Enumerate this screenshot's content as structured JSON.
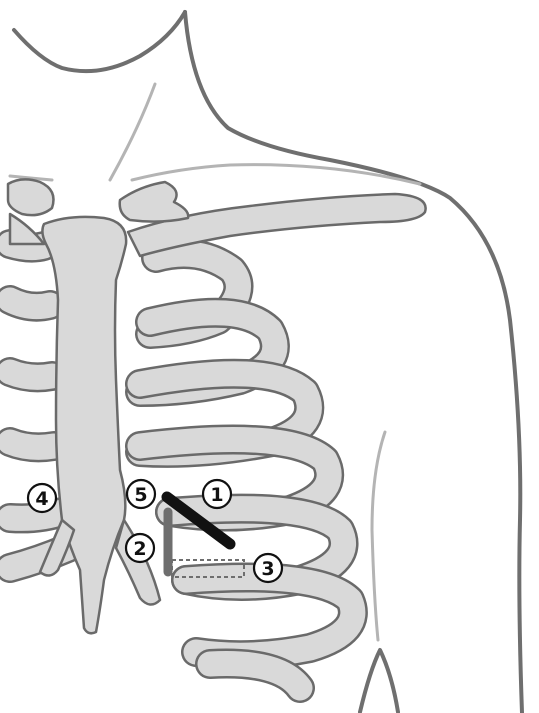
{
  "markers": [
    {
      "label": "1"
    },
    {
      "label": "2"
    },
    {
      "label": "3"
    },
    {
      "label": "4"
    },
    {
      "label": "5"
    }
  ],
  "colors": {
    "bone_fill": "#d9d9d9",
    "outline": "#6a6a6a",
    "skin": "#6f6f6f",
    "probe_dark": "#111111",
    "probe_mid": "#6e6e6e"
  }
}
